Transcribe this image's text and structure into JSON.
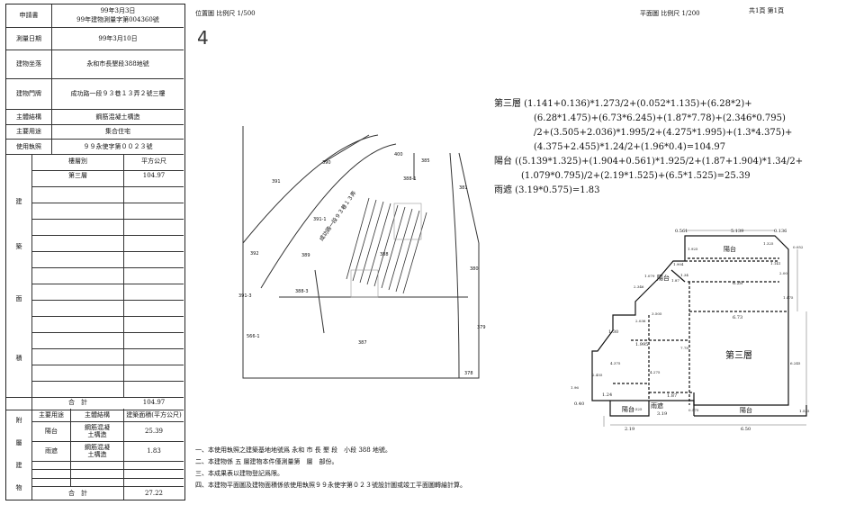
{
  "info_table": {
    "rows": [
      {
        "label": "申請書",
        "value_line1": "99年3月3日",
        "value_line2": "99年建物測量字第004360號"
      },
      {
        "label": "測量日期",
        "value": "99年3月10日"
      },
      {
        "label": "建物坐落",
        "value": "永和市長墾段388地號"
      },
      {
        "label": "建物門牌",
        "value": "成功路一段９３巷１３弄２號三樓"
      },
      {
        "label": "主體結構",
        "value": "鋼筋混凝土構造"
      },
      {
        "label": "主要用途",
        "value": "集合住宅"
      },
      {
        "label": "使用執照",
        "value": "９９永使字第００２３號"
      }
    ],
    "building_area": {
      "section_chars": [
        "建",
        "築",
        "面",
        "積"
      ],
      "col_floor": "樓層別",
      "col_area": "平方公尺",
      "floor": "第三層",
      "area": "104.97",
      "total_label": "合　計",
      "total": "104.97"
    },
    "attached": {
      "section_chars": [
        "附",
        "屬",
        "建",
        "物"
      ],
      "col_use": "主要用途",
      "col_struct": "主體結構",
      "col_area": "建築面積(平方公尺)",
      "rows": [
        {
          "use": "陽台",
          "struct_1": "鋼筋混凝",
          "struct_2": "土構造",
          "area": "25.39"
        },
        {
          "use": "雨遮",
          "struct_1": "鋼筋混凝",
          "struct_2": "土構造",
          "area": "1.83"
        }
      ],
      "total_label": "合　計",
      "total": "27.22"
    }
  },
  "location_map": {
    "scale_label": "位置圖 比例尺 1/500",
    "north_mark": "4",
    "road_label": "成功路一段９３巷１３弄",
    "parcels": [
      "390",
      "400",
      "385",
      "391",
      "381",
      "391-1",
      "392",
      "389",
      "388",
      "380",
      "391-3",
      "388-3",
      "566-1",
      "387",
      "379",
      "378",
      "388-1"
    ]
  },
  "floor_plan": {
    "scale_label": "平面圖 比例尺 1/200",
    "page_label": "共1頁 第1頁",
    "formula_lines": [
      "第三層 (1.141+0.136)*1.273/2+(0.052*1.135)+(6.28*2)+",
      "(6.28*1.475)+(6.73*6.245)+(1.87*7.78)+(2.346*0.795)",
      "/2+(3.505+2.036)*1.995/2+(4.275*1.995)+(1.3*4.375)+",
      "(4.375+2.455)*1.24/2+(1.96*0.4)=104.97",
      "陽台 ((5.139*1.325)+(1.904+0.561)*1.925/2+(1.87+1.904)*1.34/2+",
      "(1.079*0.795)/2+(2.19*1.525)+(6.5*1.525)=25.39",
      "雨遮 (3.19*0.575)=1.83"
    ],
    "labels": {
      "floor3": "第三層",
      "balcony_top": "陽台",
      "balcony_mid": "陽台",
      "balcony_bottom_left": "陽台",
      "balcony_bottom_right": "陽台",
      "canopy": "雨遮"
    },
    "dims": {
      "top_0561": "0.561",
      "top_5139": "5.139",
      "top_0136": "0.136",
      "d1925": "1.925",
      "d1325": "1.325",
      "d0052": "0.052",
      "d1904": "1.904",
      "d1141": "1.141",
      "d1079": "1.079",
      "d2346": "2.346",
      "d187a": "1.87",
      "d134": "1.34",
      "d200": "2.00",
      "d628": "6.28",
      "d1475": "1.475",
      "d673": "6.73",
      "d2036": "2.036",
      "d3505": "3.505",
      "d130": "1.30",
      "d1995": "1.995",
      "d778": "7.78",
      "d6245": "6.245",
      "d4375": "4.375",
      "d4275": "4.275",
      "d2455": "2.455",
      "d196": "1.96",
      "d124": "1.24",
      "d187b": "1.87",
      "d040": "0.40",
      "d1525a": "1.525",
      "d319": "3.19",
      "d0575": "0.575",
      "d1525b": "1.525",
      "d219": "2.19",
      "d650": "6.50"
    }
  },
  "notes": [
    "一、本使用執照之建築基地地號爲 永和 市 長 墾 段　小段 388 地號。",
    "二、本建物係 五 層建物本件僅測量第　層　部份。",
    "三、本成果表以建物登記爲限。",
    "四、本建物平面圖及建物面積係依使用執照９９永使字第０２３號設計圖或竣工平面圖轉繪計算。"
  ]
}
